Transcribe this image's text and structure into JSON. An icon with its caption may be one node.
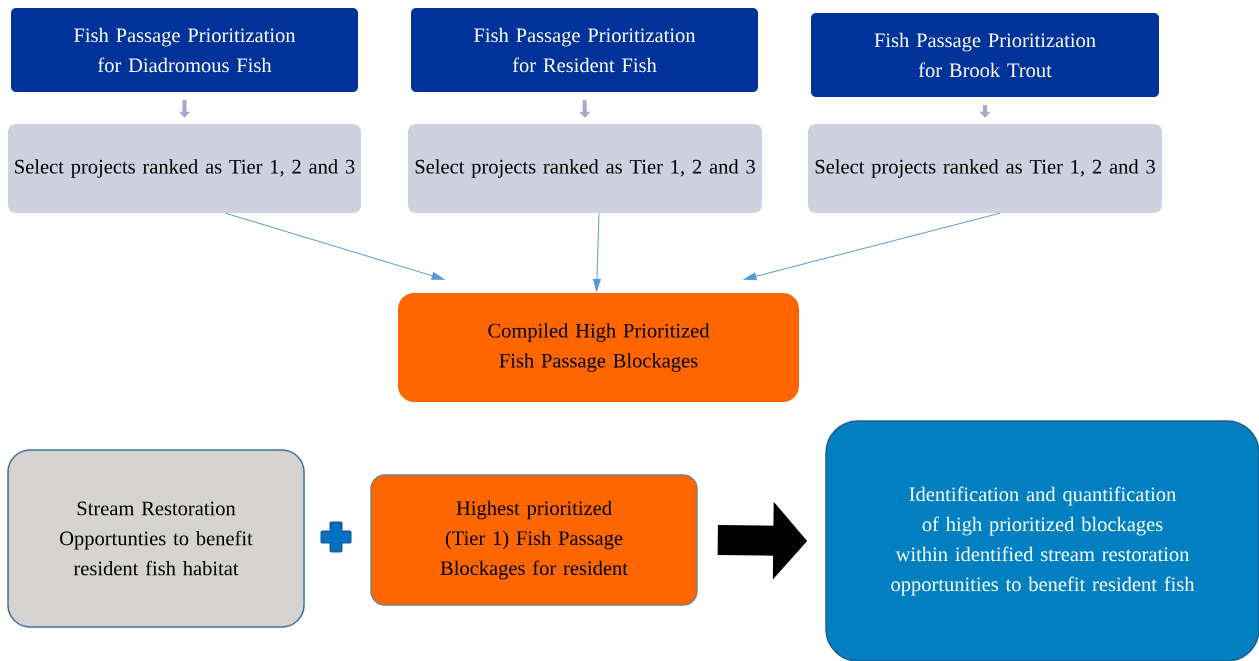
{
  "diagram": {
    "nodes": [
      {
        "text": [
          "Fish Passage Prioritization for Diadromous Fish"
        ]
      },
      {
        "text": [
          "Fish Passage Prioritization for Resident Fish"
        ]
      },
      {
        "text": [
          "Fish Passage Prioritization for Brook Trout"
        ]
      },
      {
        "text": [
          "Select projects ranked as Tier 1, 2 and 3"
        ]
      },
      {
        "text": [
          "Select projects ranked as Tier 1, 2 and 3"
        ]
      },
      {
        "text": [
          "Select projects ranked as Tier 1, 2 and 3"
        ]
      },
      {
        "text": [
          "Compiled High Prioritized Fish Passage Blockages"
        ]
      },
      {
        "text": [
          "Stream Restoration Opportunties to benefit resident fish habitat"
        ]
      },
      {
        "text": [
          "Highest prioritized (Tier 1) Fish Passage Blockages for resident"
        ]
      },
      {
        "text": [
          "Identification and quantification of high prioritized blockages within identified stream restoration opportunities to benefit resident fish"
        ]
      }
    ],
    "edges": [
      {
        "from": 0,
        "to": 3,
        "arrow": "to",
        "color": "#a6a6c8"
      },
      {
        "from": 1,
        "to": 4,
        "arrow": "to",
        "color": "#a6a6c8"
      },
      {
        "from": 2,
        "to": 5,
        "arrow": "to",
        "color": "#a6a6c8"
      },
      {
        "from": 3,
        "to": 6,
        "arrow": "to",
        "color": "#5b9bd5"
      },
      {
        "from": 4,
        "to": 6,
        "arrow": "to",
        "color": "#5b9bd5"
      },
      {
        "from": 5,
        "to": 6,
        "arrow": "to",
        "color": "#5b9bd5"
      },
      {
        "from": 8,
        "to": 9,
        "arrow": "to",
        "style": "thick",
        "color": "#000000"
      }
    ]
  }
}
